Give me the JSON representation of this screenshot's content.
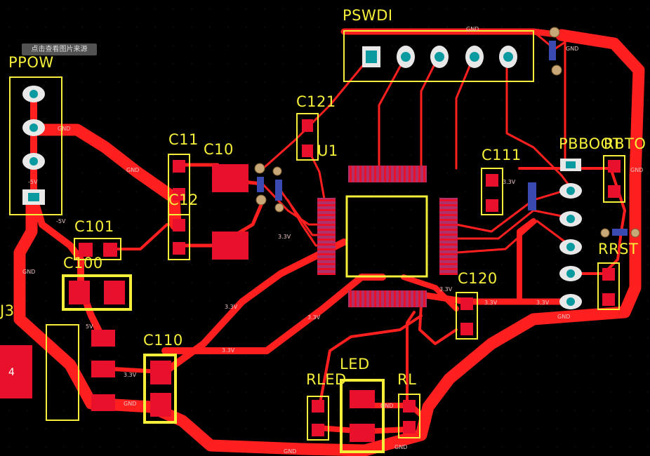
{
  "watermark": "点击查看图片来源",
  "designators": {
    "pswdi": "PSWDI",
    "ppow": "PPOW",
    "c121": "C121",
    "u1": "U1",
    "c11": "C11",
    "c10": "C10",
    "c12": "C12",
    "c101": "C101",
    "c100": "C100",
    "c110": "C110",
    "c111": "C111",
    "c120": "C120",
    "pbboot": "PBBOOT",
    "rbto": "RBTO",
    "rrst": "RRST",
    "led": "LED",
    "rled": "RLED",
    "rl": "RL",
    "edge_left": "J3",
    "edge_pad": "4"
  },
  "net_labels": {
    "gnd": "GND",
    "v33": "3.3V",
    "v5": "5V",
    "neg5v": "-5V"
  },
  "colors": {
    "background": "#000000",
    "copper": "#ff1f1f",
    "silkscreen": "#f5ef3a",
    "via": "#c8a878",
    "pad": "#ffffff",
    "smd_pad": "#e8102a",
    "ic_pin": "#b0306a"
  }
}
